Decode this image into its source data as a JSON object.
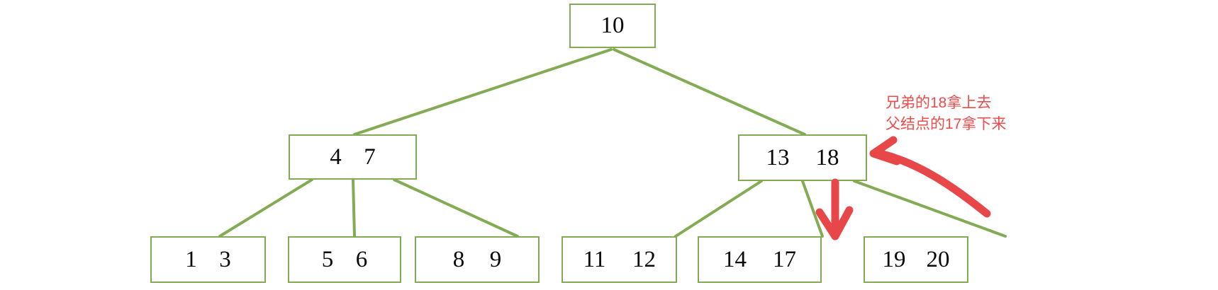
{
  "figure": {
    "title": "B-tree redistribution (borrow from sibling) diagram",
    "colors": {
      "node_border": "#82ab54",
      "edge": "#82ab54",
      "annotation": "#ef4b4b",
      "arrow": "#e8474a",
      "text": "#0a0a0a",
      "background": "#ffffff"
    }
  },
  "tree": {
    "root": {
      "id": "root",
      "keys": [
        "10"
      ]
    },
    "level2": [
      {
        "id": "n-4-7",
        "keys": [
          "4",
          "7"
        ]
      },
      {
        "id": "n-13-18",
        "keys": [
          "13",
          "18"
        ]
      }
    ],
    "leaves": [
      {
        "id": "leaf-1-3",
        "keys": [
          "1",
          "3"
        ]
      },
      {
        "id": "leaf-5-6",
        "keys": [
          "5",
          "6"
        ]
      },
      {
        "id": "leaf-8-9",
        "keys": [
          "8",
          "9"
        ]
      },
      {
        "id": "leaf-11-12",
        "keys": [
          "11",
          "12"
        ]
      },
      {
        "id": "leaf-14-17",
        "keys": [
          "14",
          "17"
        ]
      },
      {
        "id": "leaf-19-20",
        "keys": [
          "19",
          "20"
        ]
      }
    ]
  },
  "annotation": {
    "line1": "兄弟的18拿上去",
    "line2": "父结点的17拿下来"
  },
  "arrows": {
    "up_arrow_name": "red-curved-arrow-to-parent",
    "down_arrow_name": "red-down-arrow-to-leaf"
  }
}
